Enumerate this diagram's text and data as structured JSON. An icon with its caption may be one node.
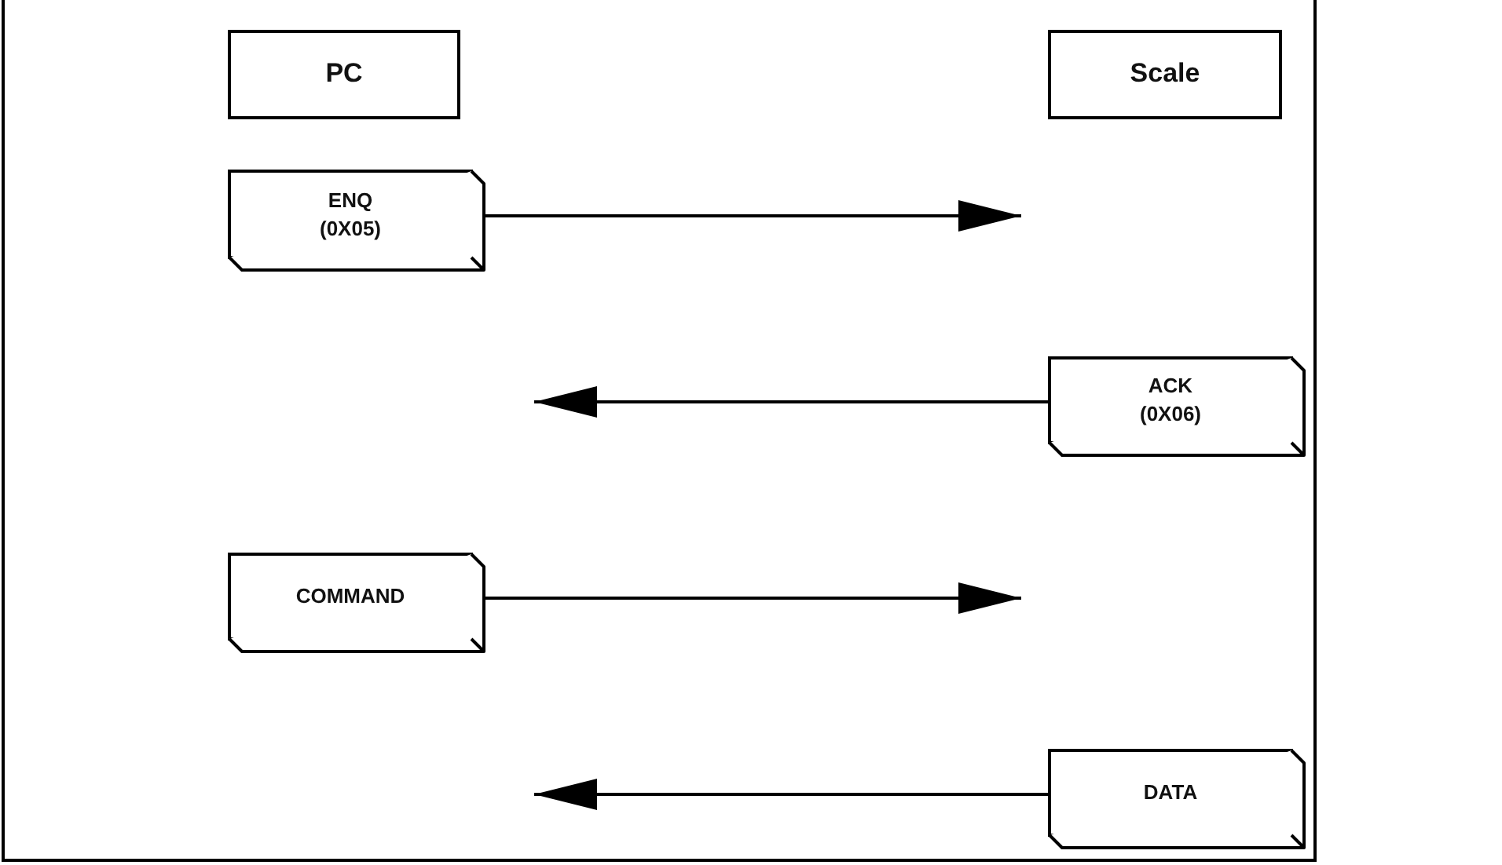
{
  "diagram": {
    "nodes": [
      {
        "text": [
          "PC"
        ]
      },
      {
        "text": [
          "Scale"
        ]
      },
      {
        "text": [
          "ENQ (0X05)"
        ]
      },
      {
        "text": [
          "ACK (0X06)"
        ]
      },
      {
        "text": [
          "COMMAND"
        ]
      },
      {
        "text": [
          "DATA"
        ]
      }
    ],
    "edges": [
      {
        "from": 2,
        "to": null,
        "arrow": "to"
      },
      {
        "from": 3,
        "to": null,
        "arrow": "to"
      },
      {
        "from": 4,
        "to": null,
        "arrow": "to"
      },
      {
        "from": 5,
        "to": null,
        "arrow": "to"
      }
    ]
  }
}
